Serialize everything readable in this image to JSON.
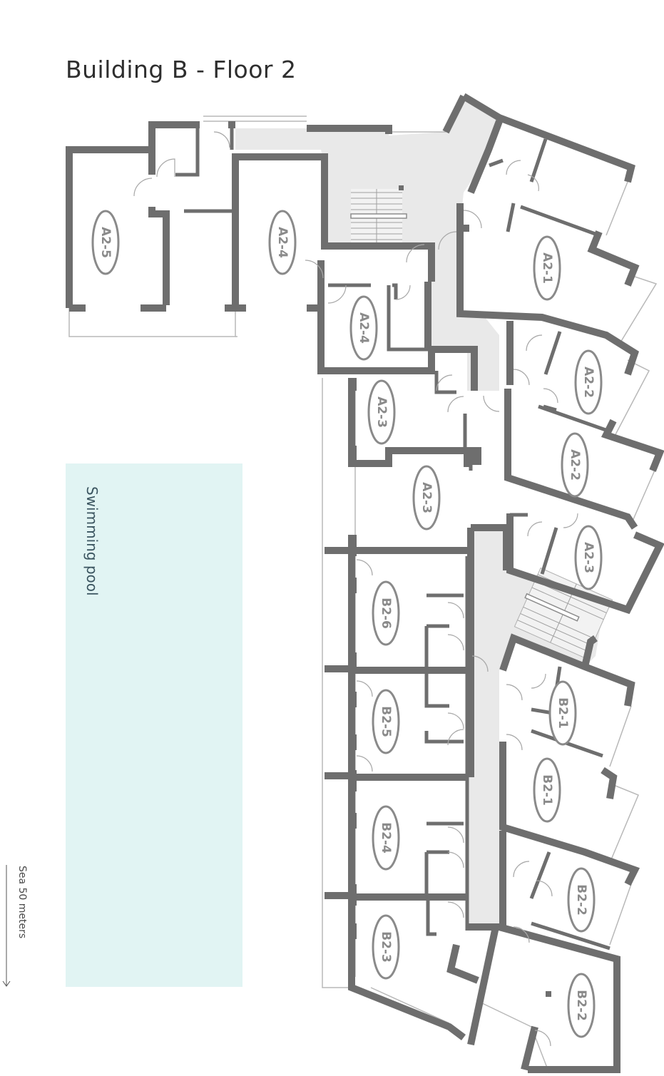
{
  "plan": {
    "title": "Building B - Floor 2",
    "pool_label": "Swimming pool",
    "sea_note": "Sea 50 meters",
    "colors": {
      "wall": "#6e6e6e",
      "corridor": "#e9e9e9",
      "pool": "#e1f4f3",
      "unit_label": "#8a8a8a"
    },
    "units": [
      {
        "id": "a25",
        "label": "A2-5"
      },
      {
        "id": "a24a",
        "label": "A2-4"
      },
      {
        "id": "a24b",
        "label": "A2-4"
      },
      {
        "id": "a21",
        "label": "A2-1"
      },
      {
        "id": "a22a",
        "label": "A2-2"
      },
      {
        "id": "a22b",
        "label": "A2-2"
      },
      {
        "id": "a23a",
        "label": "A2-3"
      },
      {
        "id": "a23b",
        "label": "A2-3"
      },
      {
        "id": "a23c",
        "label": "A2-3"
      },
      {
        "id": "b26",
        "label": "B2-6"
      },
      {
        "id": "b25",
        "label": "B2-5"
      },
      {
        "id": "b24",
        "label": "B2-4"
      },
      {
        "id": "b23",
        "label": "B2-3"
      },
      {
        "id": "b21a",
        "label": "B2-1"
      },
      {
        "id": "b21b",
        "label": "B2-1"
      },
      {
        "id": "b22a",
        "label": "B2-2"
      },
      {
        "id": "b22b",
        "label": "B2-2"
      }
    ]
  }
}
